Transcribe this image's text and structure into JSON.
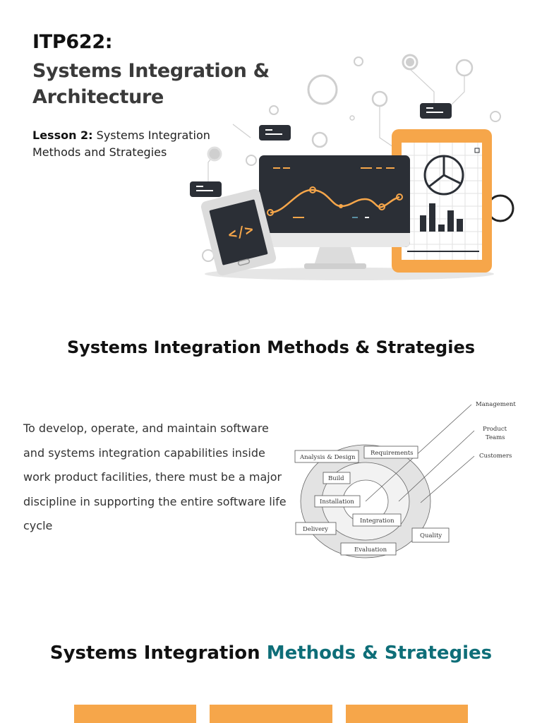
{
  "header": {
    "course_code": "ITP622:",
    "course_title": "Systems Integration & Architecture",
    "lesson_label": "Lesson 2:",
    "lesson_title": "Systems Integration Methods and Strategies"
  },
  "section1": {
    "title": "Systems Integration Methods & Strategies",
    "body": "To develop, operate, and maintain software and systems integration capabilities inside work product facilities, there must be a major discipline in supporting the entire software life cycle"
  },
  "diagram": {
    "labels": {
      "management": "Management",
      "product_teams_1": "Product",
      "product_teams_2": "Teams",
      "customers": "Customers",
      "analysis_design": "Analysis & Design",
      "requirements": "Requirements",
      "build": "Build",
      "installation": "Installation",
      "integration": "Integration",
      "delivery": "Delivery",
      "evaluation": "Evaluation",
      "quality": "Quality"
    }
  },
  "section2": {
    "title_plain": "Systems Integration",
    "title_highlight": "Methods & Strategies"
  },
  "colors": {
    "accent_orange": "#f6a64a",
    "accent_teal": "#0e6e78",
    "dark_screen": "#2b2f36"
  },
  "icons": {
    "hero": "computer-devices-illustration",
    "code": "code-brackets-icon"
  }
}
